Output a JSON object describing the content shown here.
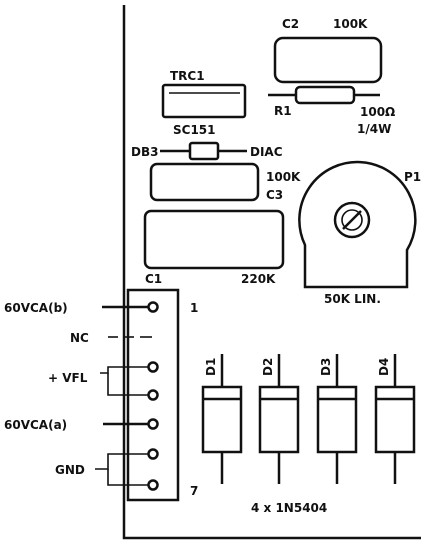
{
  "components": {
    "c2": {
      "ref": "C2",
      "value": "100K"
    },
    "r1": {
      "ref": "R1",
      "value": "100Ω",
      "power": "1/4W"
    },
    "trc1": {
      "ref": "TRC1",
      "part": "SC151"
    },
    "db3": {
      "left": "DB3",
      "right": "DIAC"
    },
    "c3": {
      "value": "100K",
      "ref": "C3"
    },
    "c1": {
      "ref": "C1",
      "value": "220K"
    },
    "p1": {
      "ref": "P1",
      "value": "50K LIN."
    },
    "diodes": {
      "labels": [
        "D1",
        "D2",
        "D3",
        "D4"
      ],
      "footer": "4 x 1N5404"
    }
  },
  "connector": {
    "first_pin": "1",
    "last_pin": "7",
    "labels": {
      "vca_b": "60VCA(b)",
      "nc": "NC",
      "vfl": "+ VFL",
      "vca_a": "60VCA(a)",
      "gnd": "GND"
    }
  }
}
